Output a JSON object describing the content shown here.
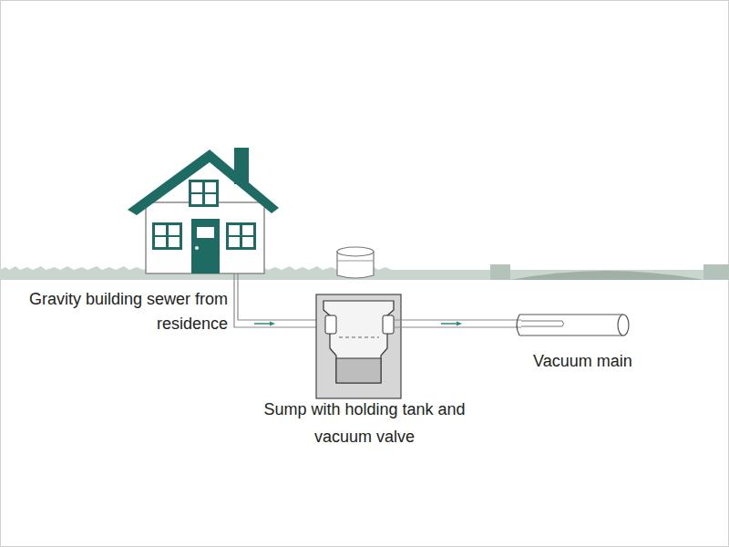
{
  "diagram": {
    "labels": [
      "Gravity building sewer from residence",
      "Sump with holding tank and vacuum valve",
      "Vacuum main"
    ]
  }
}
